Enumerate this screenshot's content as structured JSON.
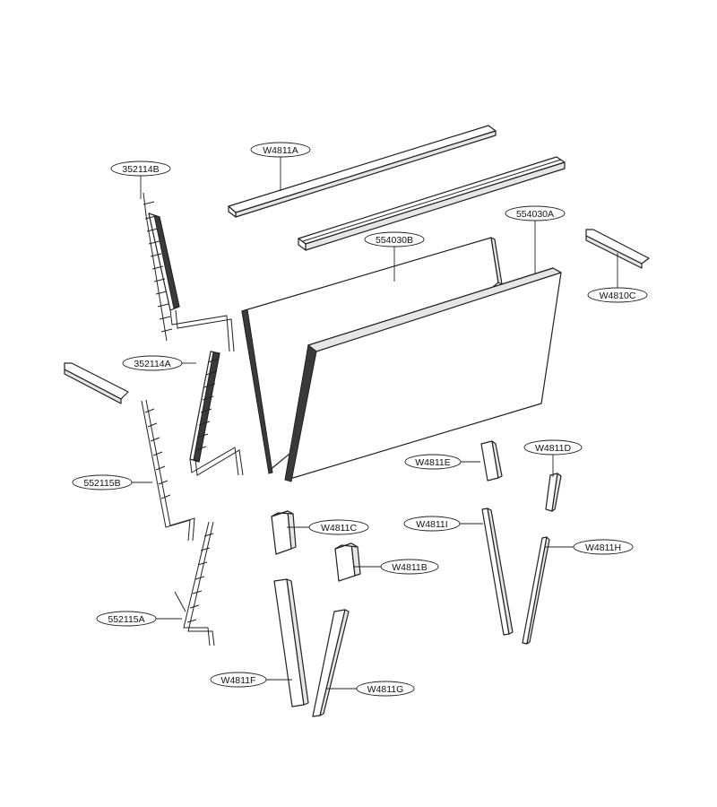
{
  "labels": {
    "w4811a": "W4811A",
    "l352114b": "352114B",
    "l554030a": "554030A",
    "l554030b": "554030B",
    "w4810c": "W4810C",
    "l352114a": "352114A",
    "l552115b": "552115B",
    "w4811e": "W4811E",
    "w4811d": "W4811D",
    "w4811c": "W4811C",
    "w4811i": "W4811I",
    "w4811h": "W4811H",
    "w4811b": "W4811B",
    "l552115a": "552115A",
    "w4811f": "W4811F",
    "w4811g": "W4811G"
  }
}
